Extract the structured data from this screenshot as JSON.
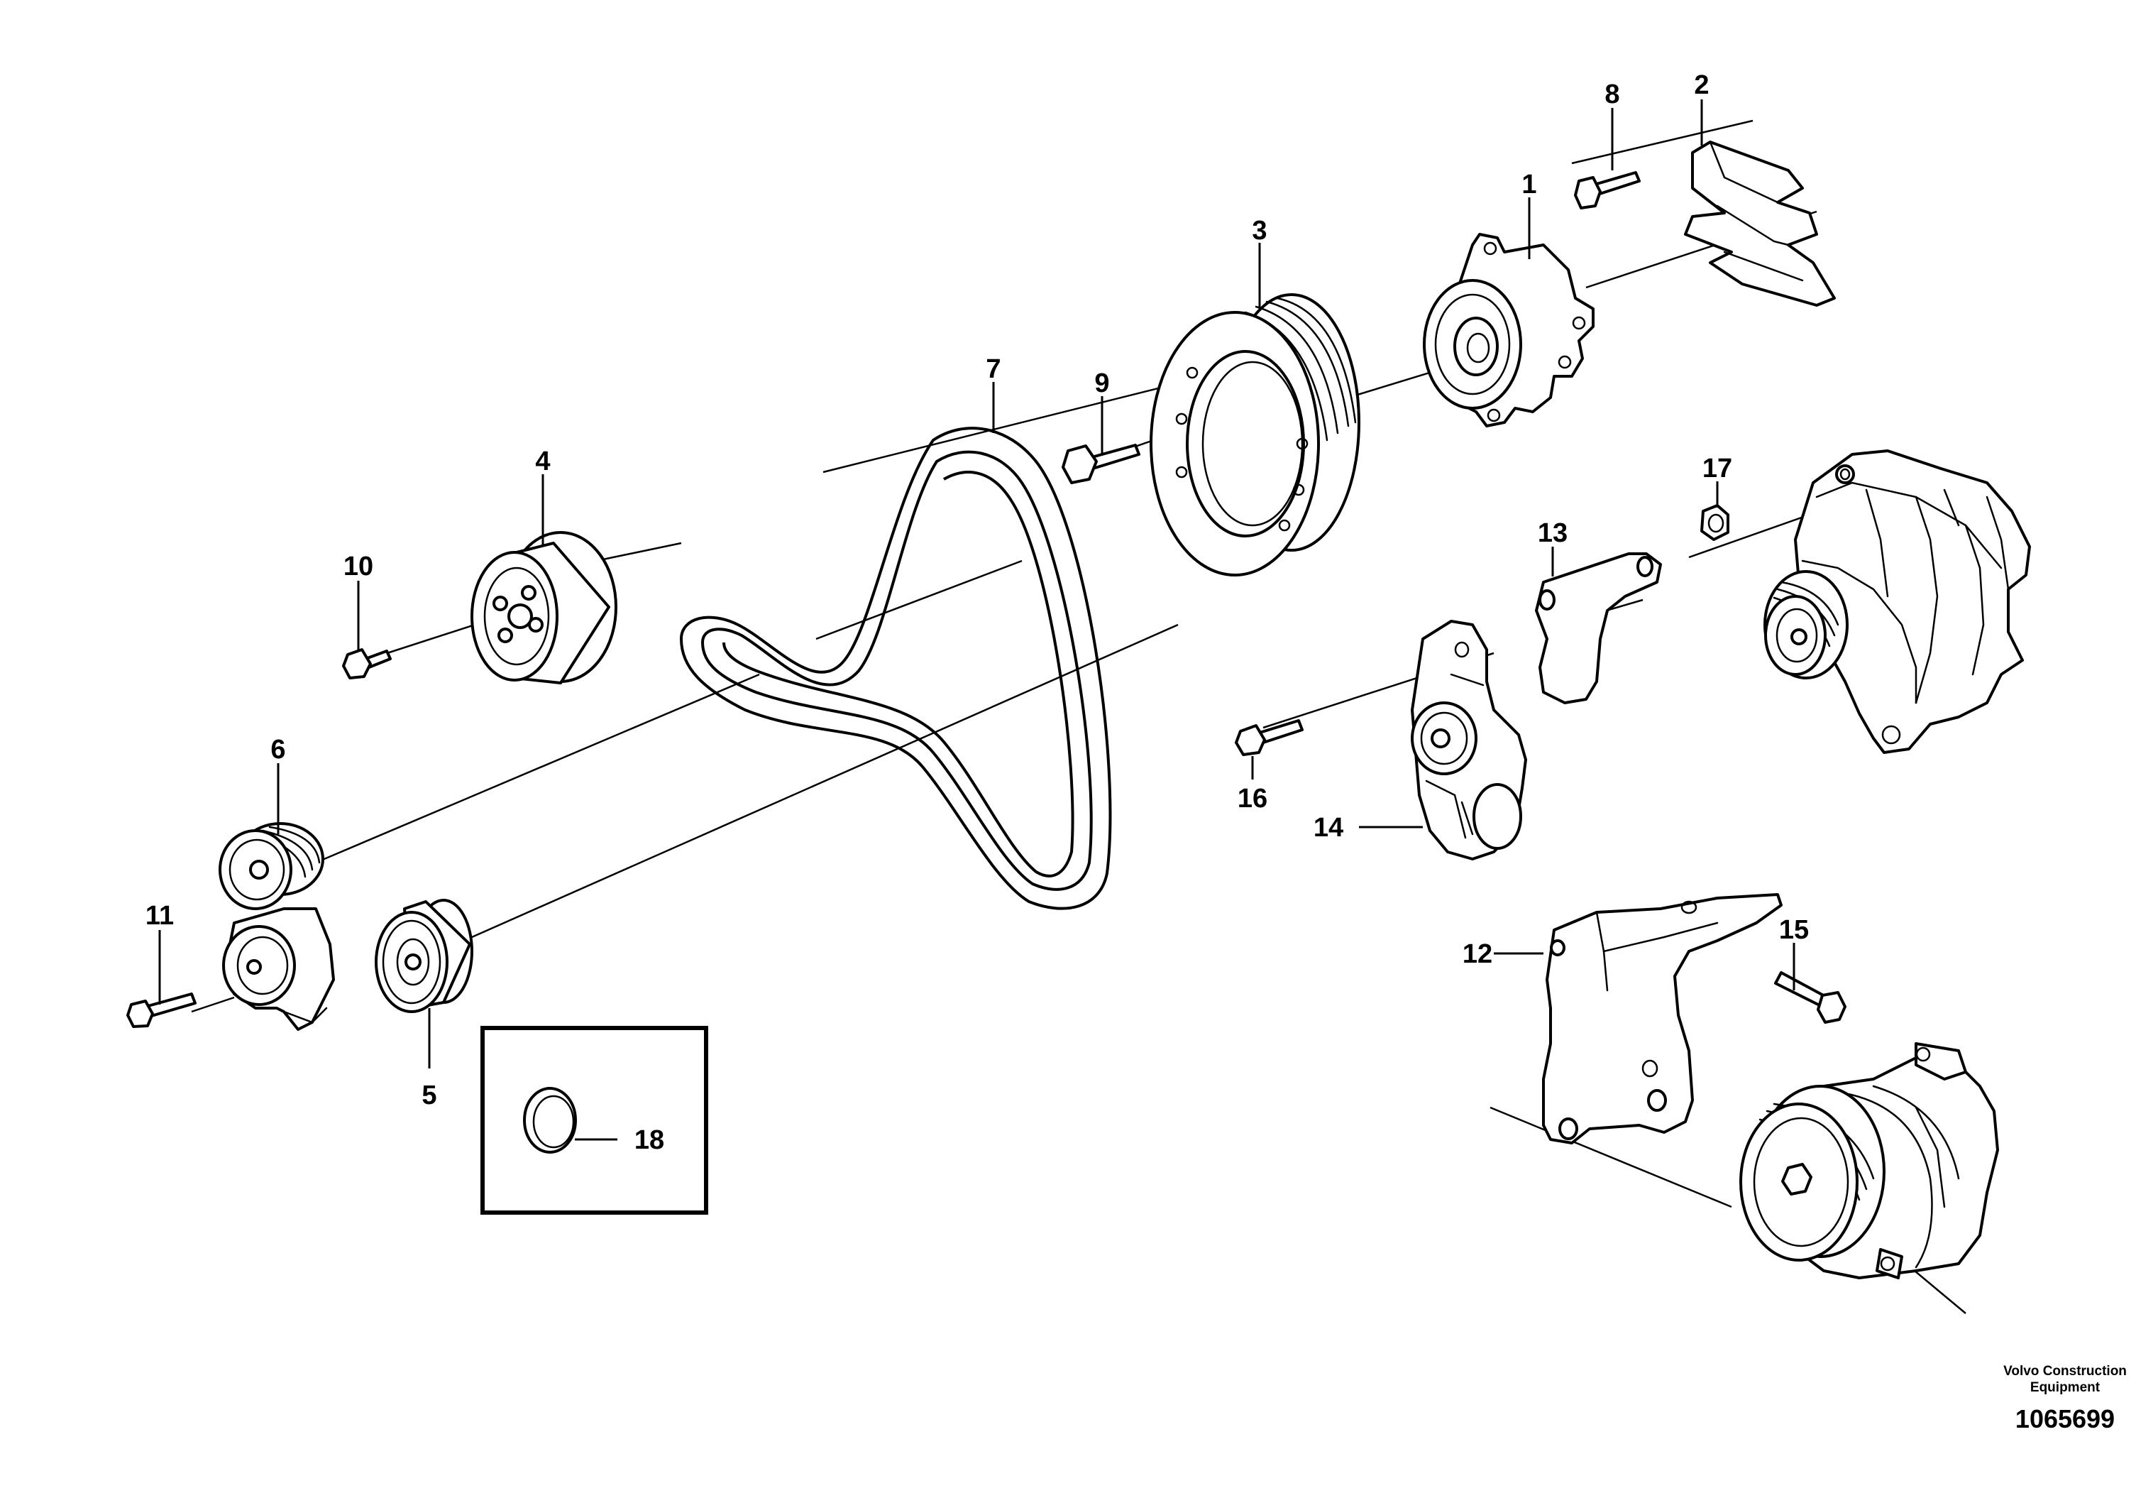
{
  "callouts": {
    "c1": "1",
    "c2": "2",
    "c3": "3",
    "c4": "4",
    "c5": "5",
    "c6": "6",
    "c7": "7",
    "c8": "8",
    "c9": "9",
    "c10": "10",
    "c11": "11",
    "c12": "12",
    "c13": "13",
    "c14": "14",
    "c15": "15",
    "c16": "16",
    "c17": "17",
    "c18": "18"
  },
  "footer": {
    "company_line1": "Volvo Construction",
    "company_line2": "Equipment",
    "drawing_number": "1065699"
  }
}
